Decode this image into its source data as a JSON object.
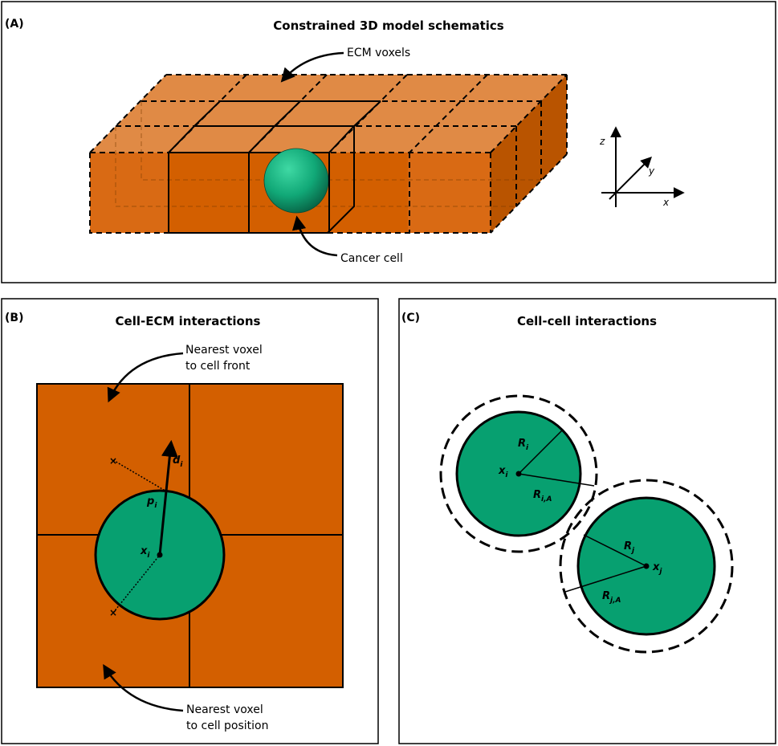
{
  "colors": {
    "ecm": "#d35f00",
    "ecm_light": "#e68a44",
    "ecm_side": "#b95400",
    "cell": "#07a070",
    "cell_dark": "#0b6b4c",
    "stroke": "#000000",
    "background": "#ffffff"
  },
  "panel_a": {
    "label": "(A)",
    "title": "Constrained 3D model schematics",
    "annotation_ecm": "ECM voxels",
    "annotation_cell": "Cancer cell",
    "axes": {
      "x": "x",
      "y": "y",
      "z": "z"
    }
  },
  "panel_b": {
    "label": "(B)",
    "title": "Cell-ECM interactions",
    "annotation_front_line1": "Nearest voxel",
    "annotation_front_line2": "to cell front",
    "annotation_position_line1": "Nearest voxel",
    "annotation_position_line2": "to cell position",
    "symbols": {
      "d": "d",
      "d_sub": "i",
      "p": "p",
      "p_sub": "i",
      "x": "x",
      "x_sub": "i"
    }
  },
  "panel_c": {
    "label": "(C)",
    "title": "Cell-cell interactions",
    "symbols": {
      "Ri": "R",
      "Ri_sub": "i",
      "xi": "x",
      "xi_sub": "i",
      "RiA": "R",
      "RiA_sub": "i,A",
      "Rj": "R",
      "Rj_sub": "j",
      "xj": "x",
      "xj_sub": "j",
      "RjA": "R",
      "RjA_sub": "j,A"
    }
  }
}
